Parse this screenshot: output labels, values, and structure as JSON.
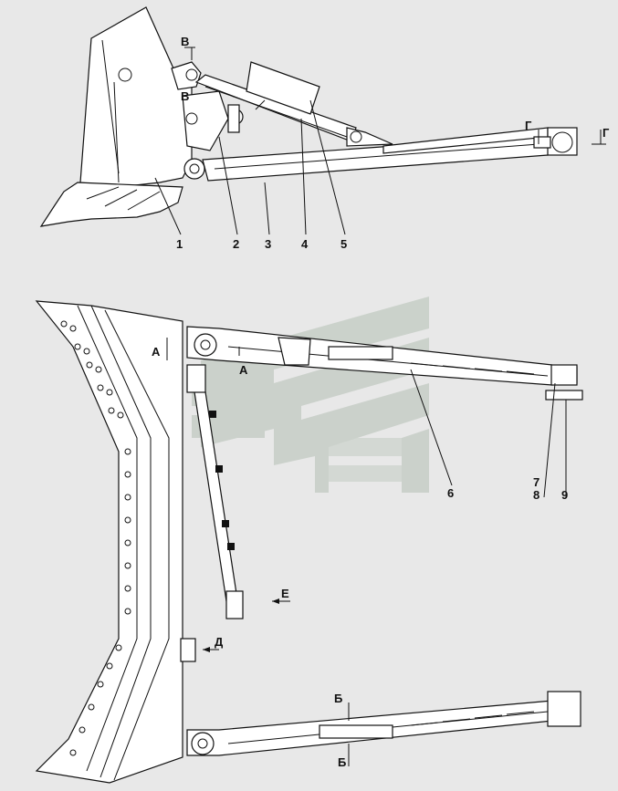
{
  "background_color": "#e8e8e8",
  "watermark_color": "#c8cfc8",
  "callouts": {
    "c1": "1",
    "c2": "2",
    "c3": "3",
    "c4": "4",
    "c5": "5",
    "c6": "6",
    "c7": "7",
    "c8": "8",
    "c9": "9"
  },
  "section_marks": {
    "v1": "В",
    "v2": "В",
    "g1": "Г",
    "g2": "Г",
    "a1": "А",
    "a2": "А",
    "b1": "Б",
    "b2": "Б",
    "d": "Д",
    "e": "Е"
  }
}
